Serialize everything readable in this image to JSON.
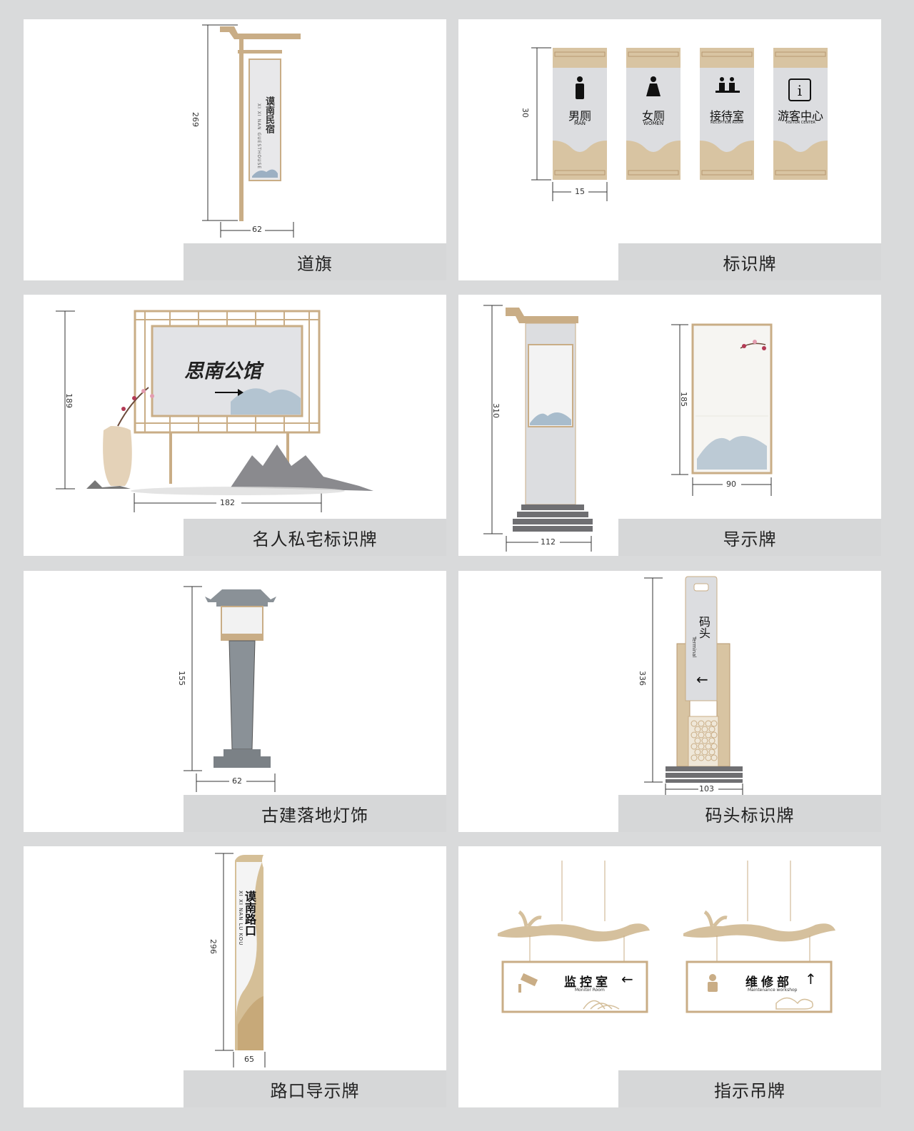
{
  "colors": {
    "gold": "#c9ad86",
    "gold_dark": "#a88a60",
    "grey_panel": "#dcdde0",
    "brick": "#6f6f72",
    "caption_bg": "#d6d7d8",
    "plum": "#b33a55"
  },
  "panels": [
    {
      "caption": "道旗",
      "dims": {
        "height": "269",
        "width": "62"
      },
      "sign_text": "谟南民宿",
      "sign_subtext": "XI XI NAN GUESTHOUSE"
    },
    {
      "caption": "标识牌",
      "dims": {
        "height": "30",
        "width": "15"
      },
      "signs": [
        {
          "cn": "男厕",
          "en": "MAN",
          "icon": "man-icon"
        },
        {
          "cn": "女厕",
          "en": "WOMEN",
          "icon": "woman-icon"
        },
        {
          "cn": "接待室",
          "en": "RECEPTION ROOM",
          "icon": "reception-icon"
        },
        {
          "cn": "游客中心",
          "en": "VISITOR CENTER",
          "icon": "info-icon"
        }
      ]
    },
    {
      "caption": "名人私宅标识牌",
      "dims": {
        "height": "189",
        "width": "182"
      },
      "sign_text": "思南公馆"
    },
    {
      "caption": "导示牌",
      "dims": {
        "height_left": "310",
        "width_left": "112",
        "height_right": "185",
        "width_right": "90"
      }
    },
    {
      "caption": "古建落地灯饰",
      "dims": {
        "height": "155",
        "width": "62"
      }
    },
    {
      "caption": "码头标识牌",
      "dims": {
        "height": "336",
        "width": "103"
      },
      "sign_text": "码头",
      "sign_subtext": "Terminal"
    },
    {
      "caption": "路口导示牌",
      "dims": {
        "height": "296",
        "width": "65"
      },
      "sign_text": "谟南路口",
      "sign_subtext": "XI XI NAN LU KOU"
    },
    {
      "caption": "指示吊牌",
      "signs": [
        {
          "cn": "监控室",
          "en": "Monitor Room",
          "arrow": "←"
        },
        {
          "cn": "维修部",
          "en": "Maintenance workshop",
          "arrow": "↑"
        }
      ]
    }
  ]
}
